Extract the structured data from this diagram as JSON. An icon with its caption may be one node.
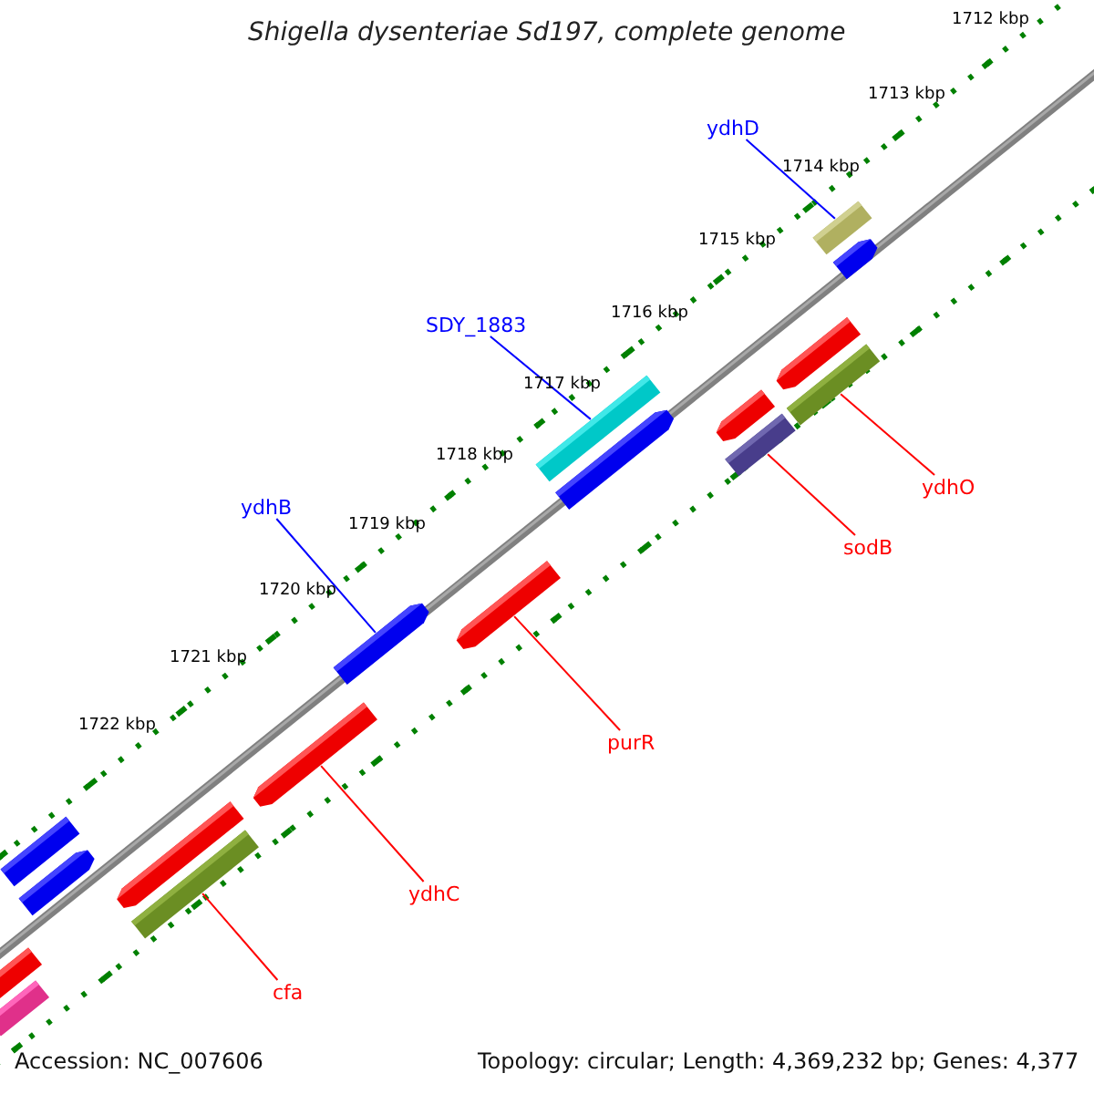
{
  "diagram": {
    "title": "Shigella dysenteriae Sd197, complete genome",
    "nodes": [
      {
        "text": [
          "ydhD"
        ]
      },
      {
        "text": [],
        "shape": "bar"
      },
      {
        "text": [
          "SDY_1883"
        ]
      },
      {
        "text": [],
        "shape": "bar"
      },
      {
        "text": [
          "ydhO"
        ]
      },
      {
        "text": [],
        "shape": "bar"
      },
      {
        "text": [
          "ydhB"
        ]
      },
      {
        "text": [],
        "shape": "bar"
      },
      {
        "text": [
          "sodB"
        ]
      },
      {
        "text": [],
        "shape": "bar"
      },
      {
        "text": [
          "purR"
        ]
      },
      {
        "text": [],
        "shape": "bar"
      },
      {
        "text": [
          "ydhC"
        ]
      },
      {
        "text": [],
        "shape": "bar"
      },
      {
        "text": [
          "cfa"
        ]
      },
      {
        "text": [],
        "shape": "bar"
      },
      {
        "text": [],
        "shape": "bar"
      },
      {
        "text": [],
        "shape": "bar"
      },
      {
        "text": [],
        "shape": "bar"
      },
      {
        "text": [],
        "shape": "bar"
      },
      {
        "text": [],
        "shape": "bar"
      },
      {
        "text": [],
        "shape": "bar"
      },
      {
        "text": [],
        "shape": "bar"
      },
      {
        "text": [],
        "shape": "bar"
      },
      {
        "text": [],
        "shape": "bar"
      }
    ],
    "edges": [
      {
        "from": 0,
        "to": 1,
        "arrow": "none",
        "color": "#0000ff"
      },
      {
        "from": 2,
        "to": 3,
        "arrow": "none",
        "color": "#0000ff"
      },
      {
        "from": 4,
        "to": 5,
        "arrow": "none"
      },
      {
        "from": 6,
        "to": 7,
        "arrow": "none",
        "color": "#0000ff"
      },
      {
        "from": 8,
        "to": 9,
        "arrow": "none"
      },
      {
        "from": 10,
        "to": 11,
        "arrow": "none"
      },
      {
        "from": 12,
        "to": 13,
        "arrow": "none"
      },
      {
        "from": 14,
        "to": 15,
        "arrow": "none"
      }
    ],
    "labels": [
      "1712 kbp",
      "1713 kbp",
      "1714 kbp",
      "1715 kbp",
      "1716 kbp",
      "1717 kbp",
      "1718 kbp",
      "1719 kbp",
      "1720 kbp",
      "1721 kbp",
      "1722 kbp",
      "Accession: NC_007606",
      "Topology: circular; Length: 4,369,232 bp; Genes: 4,377"
    ]
  }
}
